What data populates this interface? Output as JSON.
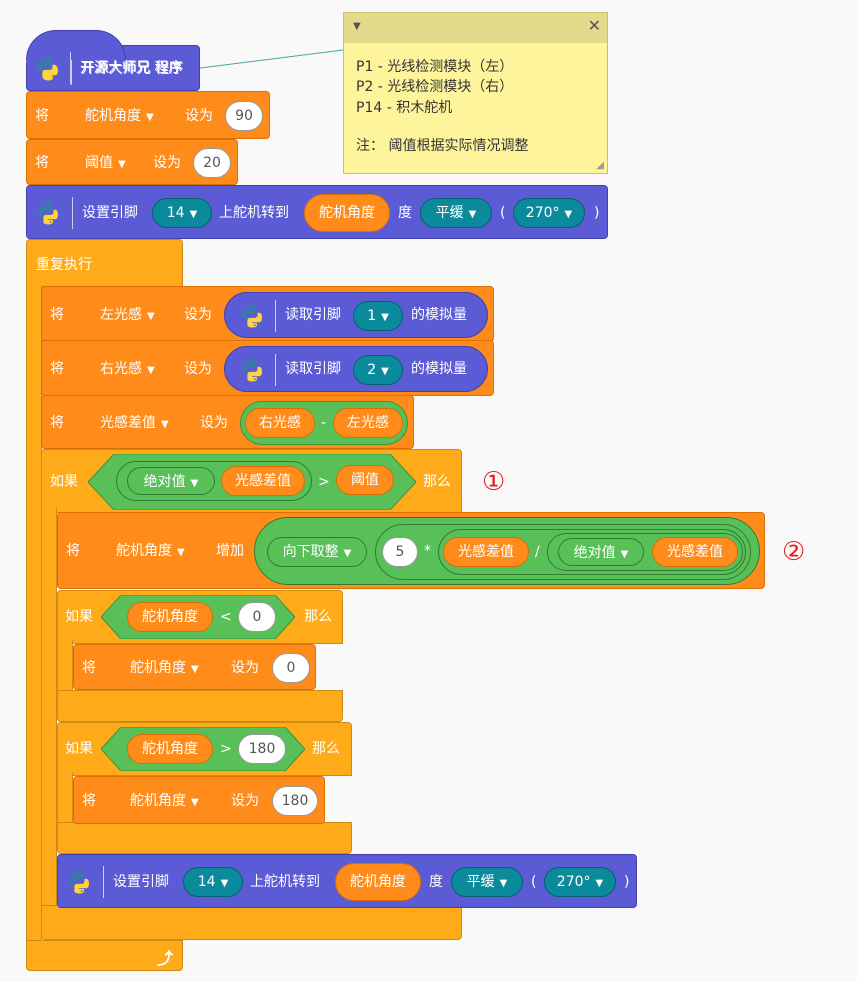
{
  "event_block": {
    "label": "开源大师兄 程序"
  },
  "comment": {
    "lines": [
      "P1 - 光线检测模块（左）",
      "P2 - 光线检测模块（右）",
      "P14 - 积木舵机",
      "注： 阈值根据实际情况调整"
    ],
    "collapse_icon": "caret-down-icon",
    "close_icon": "close-icon"
  },
  "set_servo_angle": {
    "prefix": "将",
    "variable": "舵机角度",
    "verb": "设为",
    "value": "90"
  },
  "set_threshold": {
    "prefix": "将",
    "variable": "阈值",
    "verb": "设为",
    "value": "20"
  },
  "servo_block": {
    "label1": "设置引脚",
    "pin": "14",
    "label2": "上舵机转到",
    "angle_var": "舵机角度",
    "label3": "度",
    "speed": "平缓",
    "open": "(",
    "range": "270°",
    "close": ")"
  },
  "forever": {
    "label": "重复执行"
  },
  "set_left": {
    "prefix": "将",
    "variable": "左光感",
    "verb": "设为",
    "read_label": "读取引脚",
    "pin": "1",
    "suffix": "的模拟量"
  },
  "set_right": {
    "prefix": "将",
    "variable": "右光感",
    "verb": "设为",
    "read_label": "读取引脚",
    "pin": "2",
    "suffix": "的模拟量"
  },
  "set_diff": {
    "prefix": "将",
    "variable": "光感差值",
    "verb": "设为",
    "left": "右光感",
    "op": "-",
    "right": "左光感"
  },
  "if1": {
    "label": "如果",
    "func": "绝对值",
    "arg": "光感差值",
    "op": ">",
    "rhs": "阈值",
    "then": "那么",
    "marker": "①"
  },
  "change_angle": {
    "prefix": "将",
    "variable": "舵机角度",
    "verb": "增加",
    "func": "向下取整",
    "num": "5",
    "mul": "*",
    "var1": "光感差值",
    "div": "/",
    "func2": "绝对值",
    "var2": "光感差值",
    "marker": "②"
  },
  "if2": {
    "label": "如果",
    "var": "舵机角度",
    "op": "<",
    "rhs": "0",
    "then": "那么",
    "set_prefix": "将",
    "set_var": "舵机角度",
    "set_verb": "设为",
    "set_value": "0"
  },
  "if3": {
    "label": "如果",
    "var": "舵机角度",
    "op": ">",
    "rhs": "180",
    "then": "那么",
    "set_prefix": "将",
    "set_var": "舵机角度",
    "set_verb": "设为",
    "set_value": "180"
  },
  "servo_block2": {
    "label1": "设置引脚",
    "pin": "14",
    "label2": "上舵机转到",
    "angle_var": "舵机角度",
    "label3": "度",
    "speed": "平缓",
    "open": "(",
    "range": "270°",
    "close": ")"
  },
  "loop_arrow": "loop-arrow-icon",
  "colors": {
    "variable": "#ff8c1a",
    "control": "#ffab19",
    "python": "#5b5bd6",
    "operator": "#59c059",
    "menu": "#0b8a9c",
    "note": "#fef49c"
  }
}
